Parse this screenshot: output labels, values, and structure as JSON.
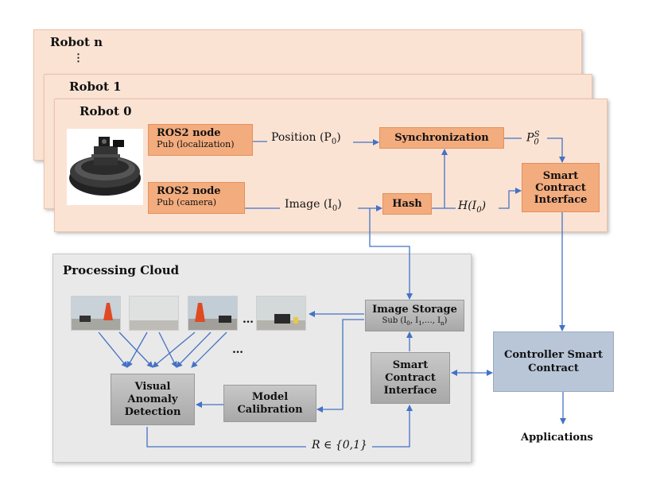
{
  "robots": {
    "robot_n": "Robot n",
    "dots": "⋮",
    "robot_1": "Robot 1",
    "robot_0": "Robot 0"
  },
  "nodes": {
    "ros_localization": {
      "title": "ROS2 node",
      "sub": "Pub (localization)"
    },
    "ros_camera": {
      "title": "ROS2 node",
      "sub": "Pub (camera)"
    },
    "synchronization": "Synchronization",
    "hash": "Hash",
    "smart_contract_interface": [
      "Smart",
      "Contract",
      "Interface"
    ]
  },
  "labels": {
    "position": "Position (P",
    "position_sub": "0",
    "position_close": ")",
    "image": "Image (I",
    "image_sub": "0",
    "image_close": ")",
    "hash_out": "H(I",
    "hash_out_sub": "0",
    "hash_out_close": ")",
    "p0s_base": "P",
    "p0s_sub": "0",
    "p0s_sup": "S"
  },
  "cloud": {
    "title": "Processing Cloud",
    "image_storage": {
      "title": "Image Storage",
      "sub": "Sub (I",
      "sub_i0": "0",
      "sub_mid": ", I",
      "sub_i1": "1",
      "sub_dots": ",…, I",
      "sub_in": "n",
      "sub_close": ")"
    },
    "smart_contract_interface": [
      "Smart",
      "Contract",
      "Interface"
    ],
    "model_calibration": [
      "Model",
      "Calibration"
    ],
    "visual_anomaly_detection": [
      "Visual",
      "Anomaly",
      "Detection"
    ],
    "thumbs_ellipsis": "…",
    "below_ellipsis": "…",
    "result_label": "R ∈ {0,1}"
  },
  "controller": [
    "Controller Smart",
    "Contract"
  ],
  "applications": "Applications",
  "colors": {
    "robot_panel": "#fbe3d4",
    "orange_box": "#f3ac7e",
    "cloud_bg": "#e9e9e9",
    "grey_box": "#b5b5b5",
    "controller": "#b9c6d8",
    "arrow": "#4472c4"
  }
}
